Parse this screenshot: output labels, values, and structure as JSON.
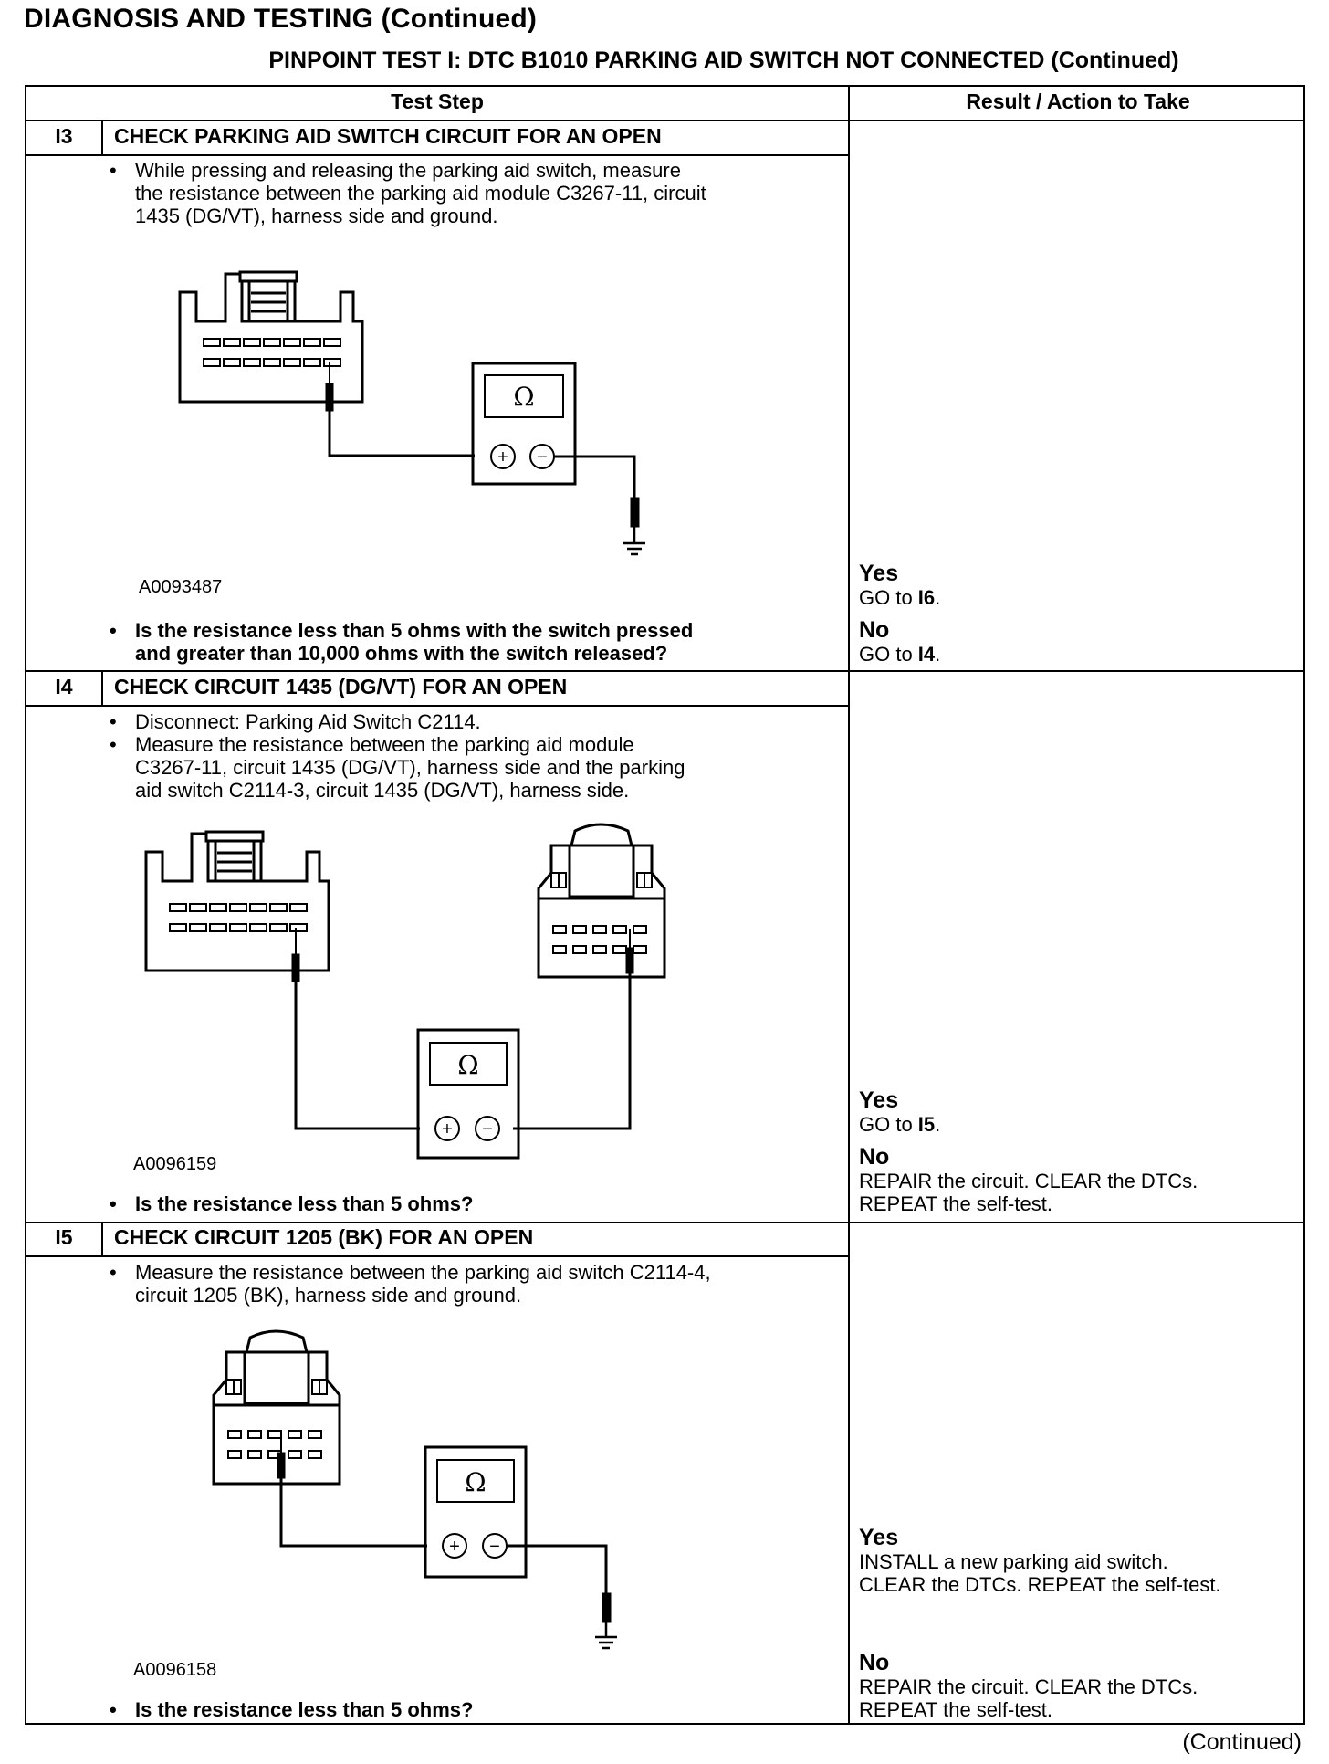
{
  "page": {
    "title": "DIAGNOSIS AND TESTING (Continued)",
    "subtitle": "PINPOINT TEST I:  DTC B1010 PARKING AID SWITCH NOT CONNECTED (Continued)",
    "continued": "(Continued)"
  },
  "table": {
    "col_test_step": "Test Step",
    "col_result": "Result / Action to Take"
  },
  "steps": [
    {
      "id": "I3",
      "title": "CHECK PARKING AID SWITCH CIRCUIT FOR AN OPEN",
      "instructions": [
        "While pressing and releasing the parking aid switch, measure\nthe resistance between the parking aid module C3267-11, circuit\n1435 (DG/VT), harness side and ground."
      ],
      "figure_id": "A0093487",
      "question": "Is the resistance less than 5 ohms with the switch pressed\nand greater than 10,000 ohms with the switch released?",
      "results": [
        {
          "label": "Yes",
          "text": "GO to ",
          "ref": "I6",
          "tail": "."
        },
        {
          "label": "No",
          "text": "GO to ",
          "ref": "I4",
          "tail": "."
        }
      ]
    },
    {
      "id": "I4",
      "title": "CHECK CIRCUIT 1435 (DG/VT) FOR AN OPEN",
      "instructions": [
        "Disconnect: Parking Aid Switch C2114.",
        "Measure the resistance between the parking aid module\nC3267-11, circuit 1435 (DG/VT), harness side and the parking\naid switch C2114-3, circuit 1435 (DG/VT), harness side."
      ],
      "figure_id": "A0096159",
      "question": "Is the resistance less than 5 ohms?",
      "results": [
        {
          "label": "Yes",
          "text": "GO to ",
          "ref": "I5",
          "tail": "."
        },
        {
          "label": "No",
          "text": "REPAIR the circuit. CLEAR the DTCs.\nREPEAT the self-test."
        }
      ]
    },
    {
      "id": "I5",
      "title": "CHECK CIRCUIT 1205 (BK) FOR AN OPEN",
      "instructions": [
        "Measure the resistance between the parking aid switch C2114-4,\ncircuit 1205 (BK), harness side and ground."
      ],
      "figure_id": "A0096158",
      "question": "Is the resistance less than 5 ohms?",
      "results": [
        {
          "label": "Yes",
          "text": "INSTALL a new parking aid switch.\nCLEAR the DTCs. REPEAT the self-test."
        },
        {
          "label": "No",
          "text": "REPAIR the circuit. CLEAR the DTCs.\nREPEAT the self-test."
        }
      ]
    }
  ],
  "meter": {
    "ohm_symbol": "Ω",
    "plus": "+",
    "minus": "−"
  }
}
